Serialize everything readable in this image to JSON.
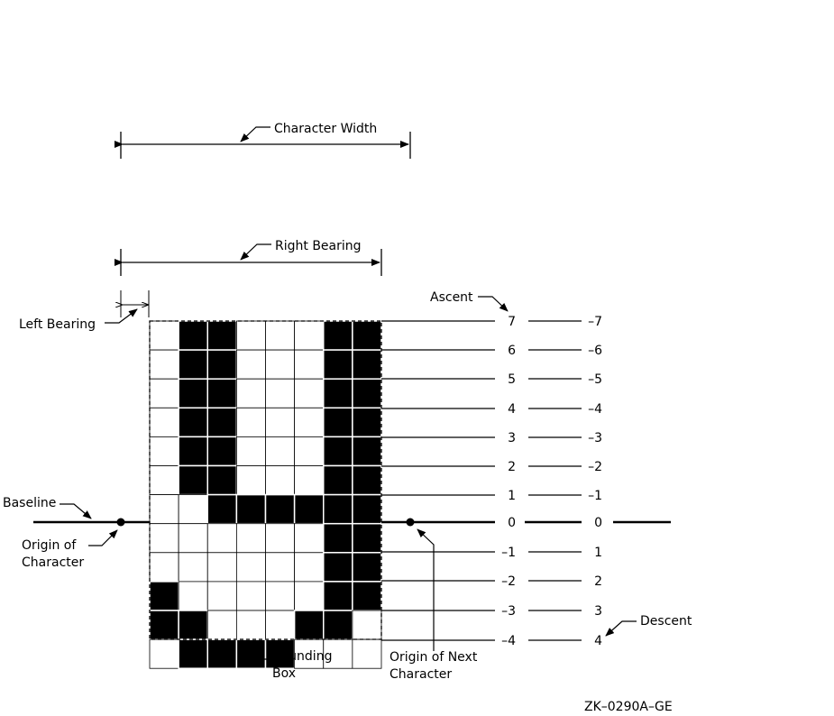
{
  "labels": {
    "character_width": "Character Width",
    "right_bearing": "Right Bearing",
    "left_bearing": "Left Bearing",
    "ascent": "Ascent",
    "baseline": "Baseline",
    "origin_of_character_1": "Origin of",
    "origin_of_character_2": "Character",
    "bounding_box_1": "Bounding",
    "bounding_box_2": "Box",
    "origin_next_1": "Origin of Next",
    "origin_next_2": "Character",
    "descent": "Descent",
    "figure_id": "ZK–0290A–GE"
  },
  "row_labels_left": [
    "7",
    "6",
    "5",
    "4",
    "3",
    "2",
    "1",
    "0",
    "–1",
    "–2",
    "–3",
    "–4"
  ],
  "row_labels_right": [
    "–7",
    "–6",
    "–5",
    "–4",
    "–3",
    "–2",
    "–1",
    "0",
    "1",
    "2",
    "3",
    "4"
  ],
  "glyph_grid": [
    [
      0,
      1,
      1,
      0,
      0,
      0,
      1,
      1
    ],
    [
      0,
      1,
      1,
      0,
      0,
      0,
      1,
      1
    ],
    [
      0,
      1,
      1,
      0,
      0,
      0,
      1,
      1
    ],
    [
      0,
      1,
      1,
      0,
      0,
      0,
      1,
      1
    ],
    [
      0,
      1,
      1,
      0,
      0,
      0,
      1,
      1
    ],
    [
      0,
      1,
      1,
      0,
      0,
      0,
      1,
      1
    ],
    [
      0,
      0,
      1,
      1,
      1,
      1,
      1,
      1
    ],
    [
      0,
      0,
      0,
      0,
      0,
      0,
      1,
      1
    ],
    [
      0,
      0,
      0,
      0,
      0,
      0,
      1,
      1
    ],
    [
      1,
      0,
      0,
      0,
      0,
      0,
      1,
      1
    ],
    [
      1,
      1,
      0,
      0,
      0,
      1,
      1,
      0
    ],
    [
      0,
      1,
      1,
      1,
      1,
      0,
      0,
      0
    ]
  ]
}
